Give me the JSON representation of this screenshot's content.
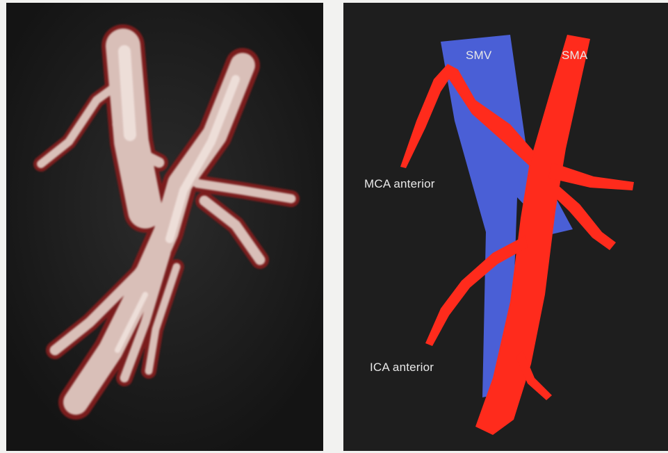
{
  "figure": {
    "left_panel": {
      "image": "3d-volume-rendering-mesenteric-vessels"
    },
    "right_panel": {
      "image": "schematic-mesenteric-vessels",
      "labels": {
        "smv": "SMV",
        "sma": "SMA",
        "mca": "MCA anterior",
        "ica": "ICA anterior"
      },
      "colors": {
        "vein": "#4a5fd6",
        "artery": "#ff2b1c",
        "background": "#1e1e1e"
      }
    }
  }
}
